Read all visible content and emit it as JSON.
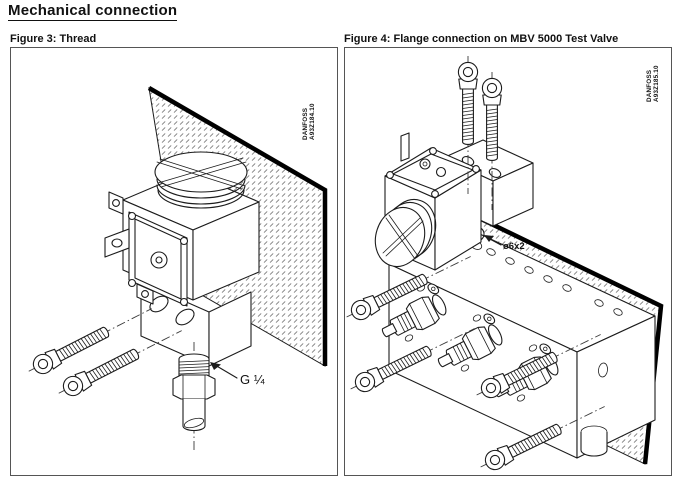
{
  "page": {
    "title": "Mechanical connection"
  },
  "figures": {
    "fig3": {
      "caption": "Figure 3: Thread",
      "thread_label": "G ¼",
      "watermark_line1": "DANFOSS",
      "watermark_line2": "A93Z184.10"
    },
    "fig4": {
      "caption": "Figure 4: Flange connection on MBV 5000 Test Valve",
      "hole_label": "ø6x2",
      "watermark_line1": "DANFOSS",
      "watermark_line2": "A93Z185.10"
    }
  },
  "colors": {
    "line": "#1c1c1c",
    "panel_edge": "#000000",
    "hatch": "#808080",
    "border": "#555555",
    "background": "#ffffff"
  }
}
